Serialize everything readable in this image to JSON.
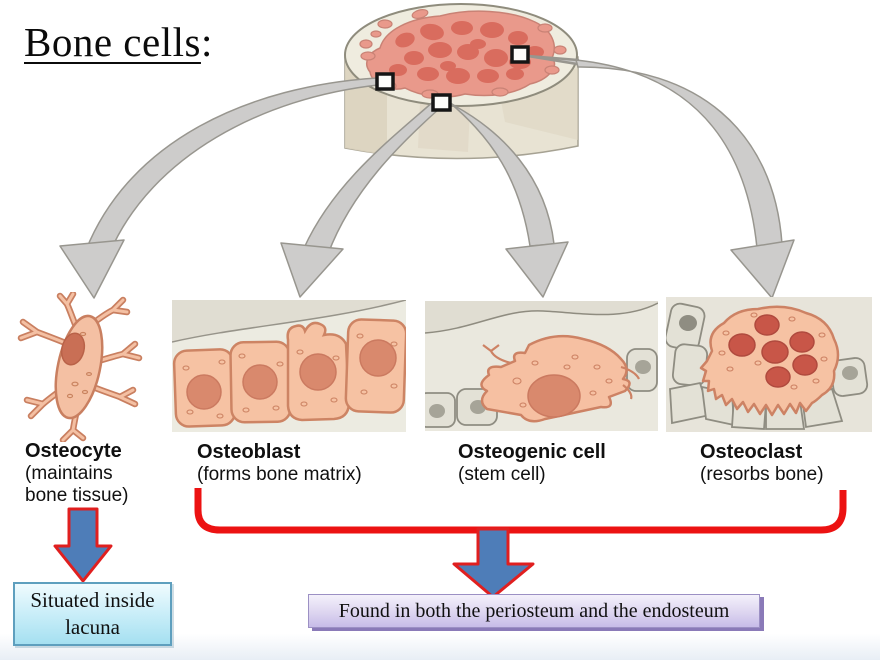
{
  "title": {
    "main": "Bone cells",
    "suffix": ":"
  },
  "cells": [
    {
      "name": "Osteocyte",
      "desc_lines": [
        "(maintains",
        "bone tissue)"
      ]
    },
    {
      "name": "Osteoblast",
      "desc_lines": [
        "(forms bone matrix)"
      ]
    },
    {
      "name": "Osteogenic cell",
      "desc_lines": [
        "(stem cell)"
      ]
    },
    {
      "name": "Osteoclast",
      "desc_lines": [
        "(resorbs bone)"
      ]
    }
  ],
  "callouts": {
    "lacuna": {
      "lines": [
        "Situated inside",
        "lacuna"
      ]
    },
    "periosteum": {
      "text": "Found in both the periosteum and the endosteum"
    }
  },
  "colors": {
    "bracket_red": "#ec1212",
    "blue_arrow_fill": "#4e7db8",
    "blue_arrow_outline": "#e01f1f",
    "gray_arrow": "#cdcccb",
    "lacuna_box": "#aee3f2",
    "periosteum_box": "#c7bce8",
    "cell_body": "#f6c2a3",
    "trabecular_pink": "#e9998b"
  }
}
